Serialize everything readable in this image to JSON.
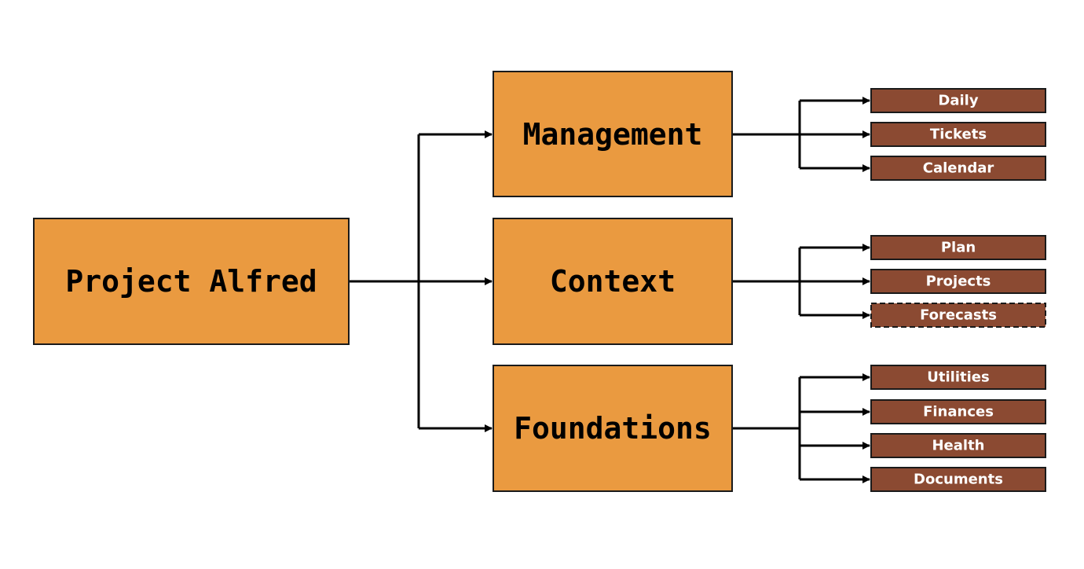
{
  "diagram": {
    "root": {
      "label": "Project Alfred"
    },
    "groups": [
      {
        "label": "Management",
        "children": [
          {
            "label": "Daily",
            "dashed": false
          },
          {
            "label": "Tickets",
            "dashed": false
          },
          {
            "label": "Calendar",
            "dashed": false
          }
        ]
      },
      {
        "label": "Context",
        "children": [
          {
            "label": "Plan",
            "dashed": false
          },
          {
            "label": "Projects",
            "dashed": false
          },
          {
            "label": "Forecasts",
            "dashed": true
          }
        ]
      },
      {
        "label": "Foundations",
        "children": [
          {
            "label": "Utilities",
            "dashed": false
          },
          {
            "label": "Finances",
            "dashed": false
          },
          {
            "label": "Health",
            "dashed": false
          },
          {
            "label": "Documents",
            "dashed": false
          }
        ]
      }
    ]
  },
  "colors": {
    "primary_box": "#EA9A40",
    "leaf_box": "#8B4A32",
    "border": "#1a1a1a",
    "leaf_text": "#ffffff",
    "primary_text": "#000000"
  }
}
